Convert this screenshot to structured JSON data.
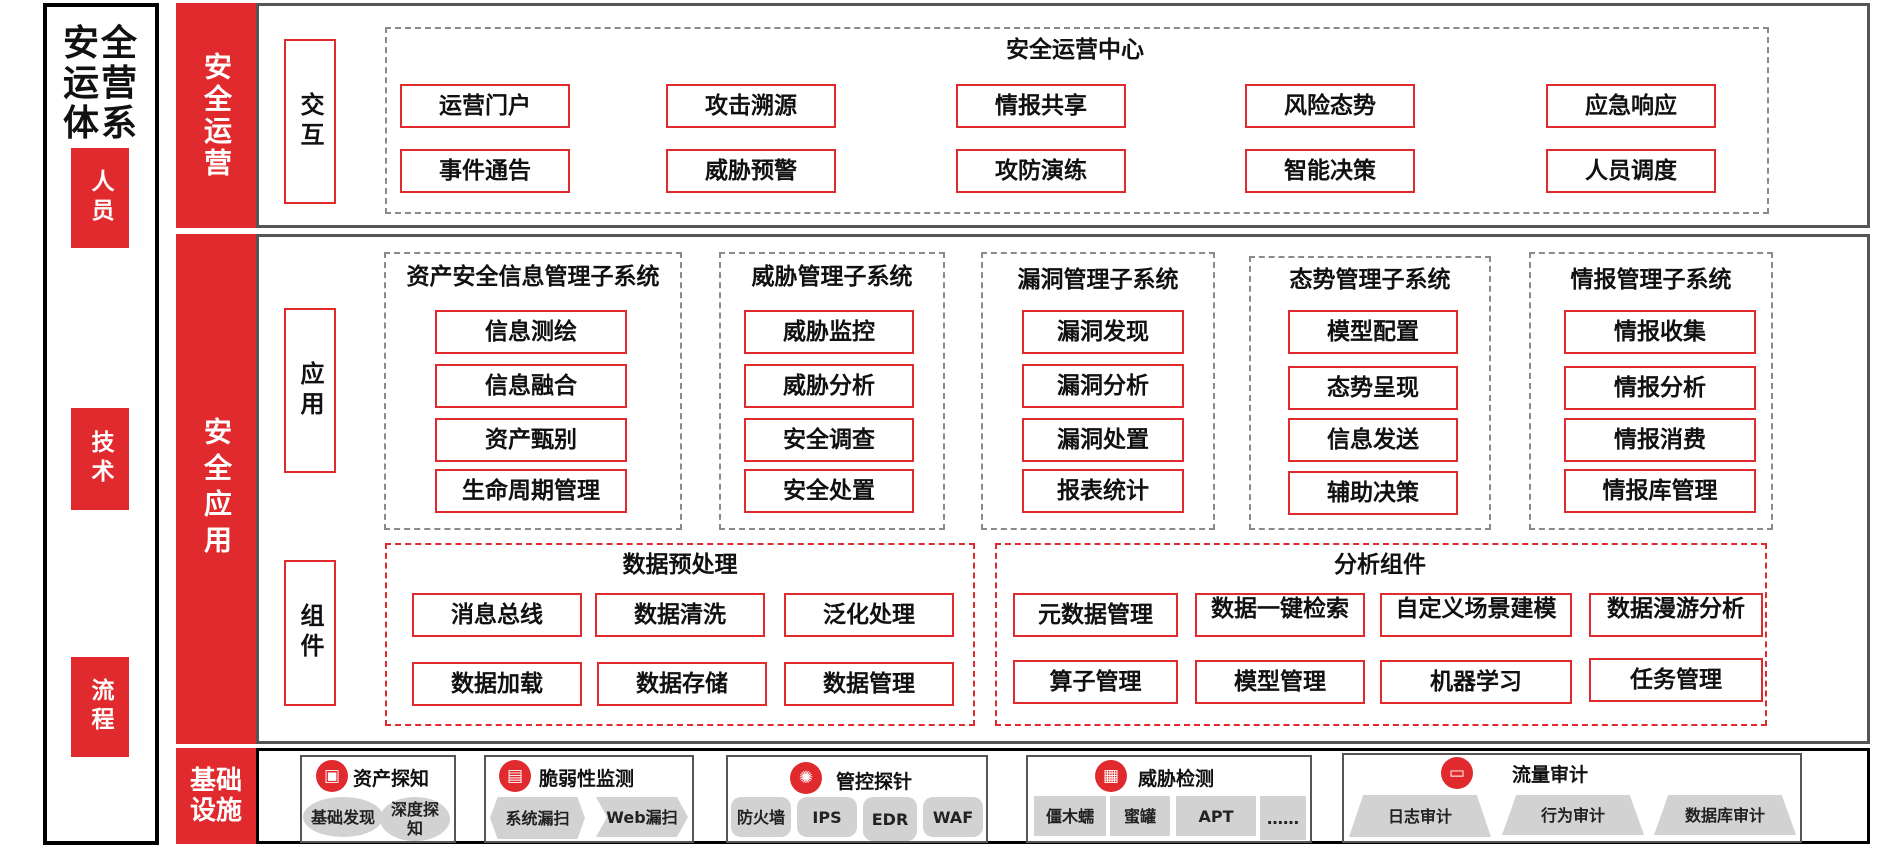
{
  "left": {
    "title": "安全运营体系",
    "tags": [
      "人员",
      "技术",
      "流程"
    ]
  },
  "bands": {
    "ops": "安全运营",
    "app": "安全应用",
    "infra": "基础设施"
  },
  "ops": {
    "side_label": "交互",
    "center_title": "安全运营中心",
    "row1": [
      "运营门户",
      "攻击溯源",
      "情报共享",
      "风险态势",
      "应急响应"
    ],
    "row2": [
      "事件通告",
      "威胁预警",
      "攻防演练",
      "智能决策",
      "人员调度"
    ]
  },
  "app": {
    "side_label_apps": "应用",
    "side_label_components": "组件",
    "subsystems": [
      {
        "title": "资产安全信息管理子系统",
        "items": [
          "信息测绘",
          "信息融合",
          "资产甄别",
          "生命周期管理"
        ]
      },
      {
        "title": "威胁管理子系统",
        "items": [
          "威胁监控",
          "威胁分析",
          "安全调查",
          "安全处置"
        ]
      },
      {
        "title": "漏洞管理子系统",
        "items": [
          "漏洞发现",
          "漏洞分析",
          "漏洞处置",
          "报表统计"
        ]
      },
      {
        "title": "态势管理子系统",
        "items": [
          "模型配置",
          "态势呈现",
          "信息发送",
          "辅助决策"
        ]
      },
      {
        "title": "情报管理子系统",
        "items": [
          "情报收集",
          "情报分析",
          "情报消费",
          "情报库管理"
        ]
      }
    ],
    "preprocess": {
      "title": "数据预处理",
      "row1": [
        "消息总线",
        "数据清洗",
        "泛化处理"
      ],
      "row2": [
        "数据加载",
        "数据存储",
        "数据管理"
      ]
    },
    "analysis": {
      "title": "分析组件",
      "row1": [
        "元数据管理",
        "数据一键检索",
        "自定义场景建模",
        "数据漫游分析"
      ],
      "row2": [
        "算子管理",
        "模型管理",
        "机器学习",
        "任务管理"
      ]
    }
  },
  "infra": {
    "groups": [
      {
        "title": "资产探知",
        "icon": "asset-icon",
        "items": [
          "基础发现",
          "深度探知"
        ]
      },
      {
        "title": "脆弱性监测",
        "icon": "vulnerability-icon",
        "items": [
          "系统漏扫",
          "Web漏扫"
        ]
      },
      {
        "title": "管控探针",
        "icon": "probe-icon",
        "items": [
          "防火墙",
          "IPS",
          "EDR",
          "WAF"
        ]
      },
      {
        "title": "威胁检测",
        "icon": "toolbox-icon",
        "items": [
          "僵木蠕",
          "蜜罐",
          "APT",
          "……"
        ]
      },
      {
        "title": "流量审计",
        "icon": "monitor-icon",
        "items": [
          "日志审计",
          "行为审计",
          "数据库审计"
        ]
      }
    ]
  },
  "colors": {
    "accent": "#e02a2d",
    "dash": "#8a8a8a",
    "chip": "#d2d2d2"
  }
}
